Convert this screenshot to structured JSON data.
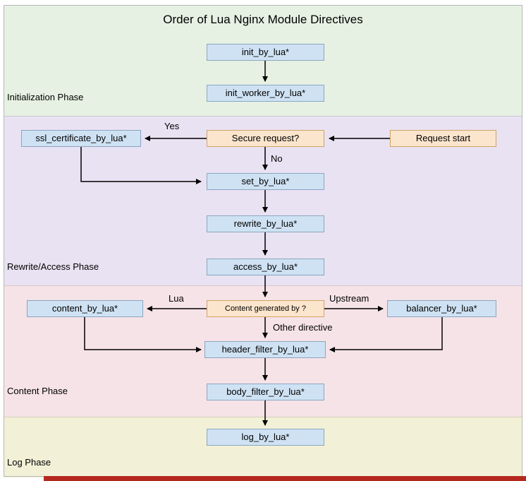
{
  "title": "Order of Lua Nginx Module Directives",
  "phases": {
    "initialization": "Initialization Phase",
    "rewrite_access": "Rewrite/Access Phase",
    "content": "Content Phase",
    "log": "Log Phase"
  },
  "nodes": {
    "init_by_lua": "init_by_lua*",
    "init_worker_by_lua": "init_worker_by_lua*",
    "ssl_certificate_by_lua": "ssl_certificate_by_lua*",
    "secure_request": "Secure request?",
    "request_start": "Request start",
    "set_by_lua": "set_by_lua*",
    "rewrite_by_lua": "rewrite_by_lua*",
    "access_by_lua": "access_by_lua*",
    "content_by_lua": "content_by_lua*",
    "content_generated_by": "Content generated by ?",
    "balancer_by_lua": "balancer_by_lua*",
    "header_filter_by_lua": "header_filter_by_lua*",
    "body_filter_by_lua": "body_filter_by_lua*",
    "log_by_lua": "log_by_lua*"
  },
  "edge_labels": {
    "yes": "Yes",
    "no": "No",
    "lua": "Lua",
    "upstream": "Upstream",
    "other_directive": "Other directive"
  },
  "colors": {
    "init_band": "#e6f1e3",
    "rewrite_band": "#e9e2f2",
    "content_band": "#f6e3e7",
    "log_band": "#f2f1d7",
    "blue_node": "#cfe2f3",
    "orange_node": "#fce5cd",
    "arrow": "#000000",
    "bottom_bar": "#b5281f"
  }
}
